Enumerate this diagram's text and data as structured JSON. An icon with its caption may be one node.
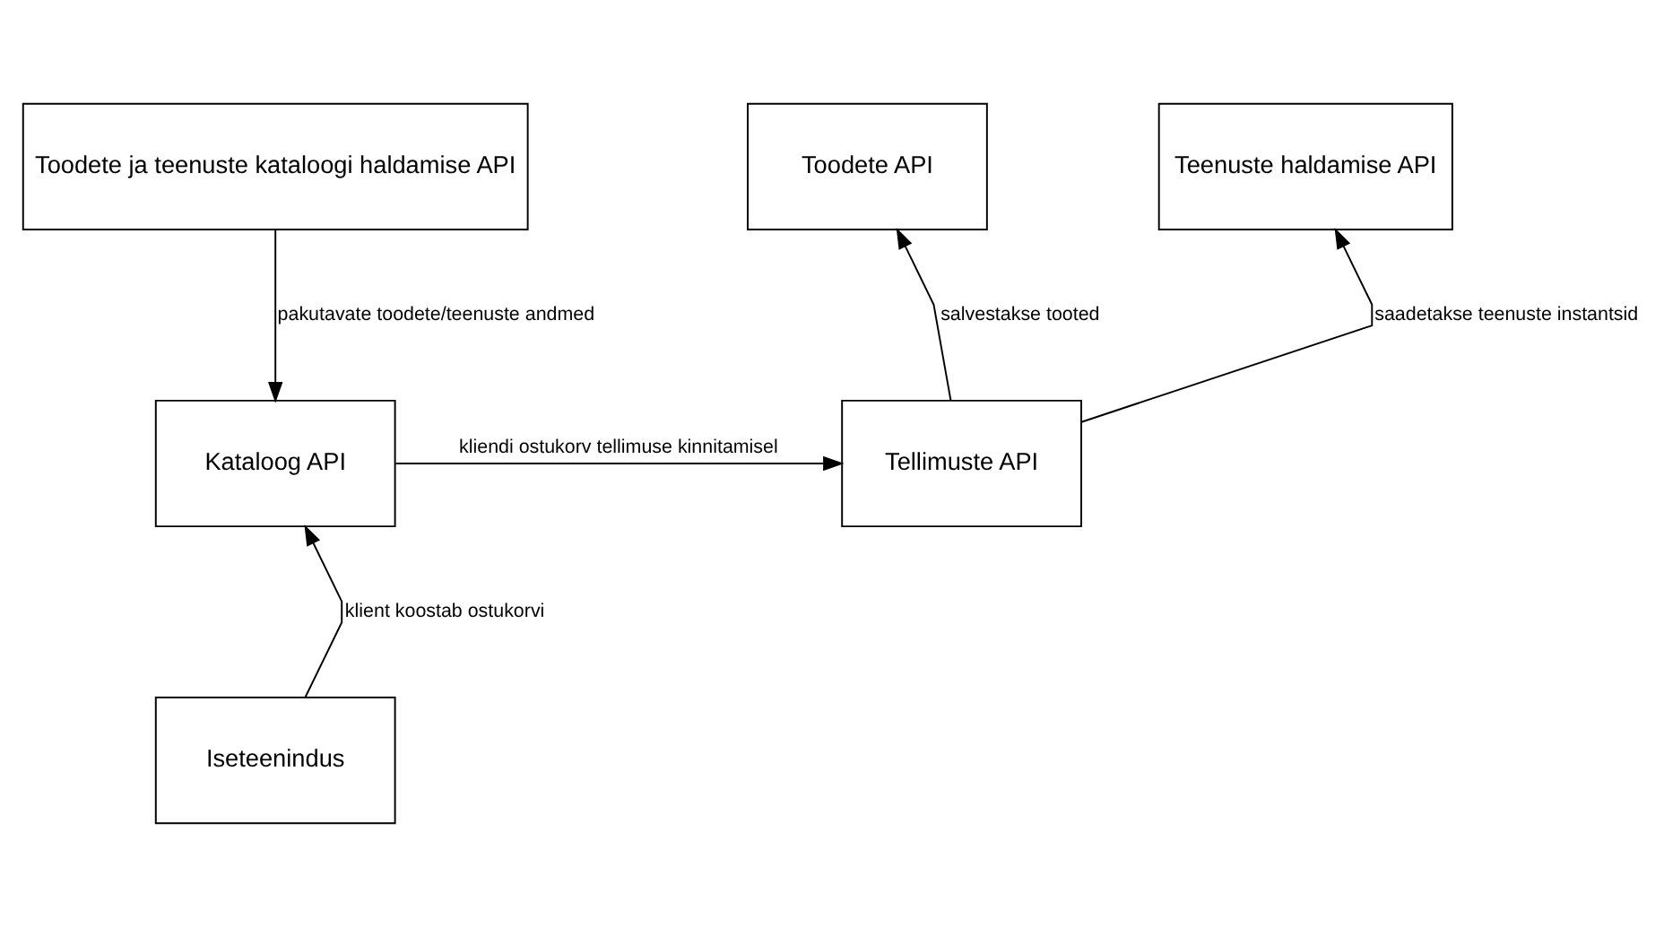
{
  "diagram": {
    "nodes": [
      {
        "text": [
          "Toodete ja teenuste kataloogi haldamise API"
        ]
      },
      {
        "text": [
          "Kataloog API"
        ]
      },
      {
        "text": [
          "Iseteenindus"
        ]
      },
      {
        "text": [
          "Toodete API"
        ]
      },
      {
        "text": [
          "Teenuste haldamise API"
        ]
      },
      {
        "text": [
          "Tellimuste API"
        ]
      }
    ],
    "edges": [
      {
        "from": 0,
        "to": 1,
        "arrow": "to",
        "label": "pakutavate toodete/teenuste andmed"
      },
      {
        "from": 2,
        "to": 1,
        "arrow": "to",
        "label": "klient koostab ostukorvi"
      },
      {
        "from": 1,
        "to": 5,
        "arrow": "to",
        "label": "kliendi ostukorv tellimuse kinnitamisel"
      },
      {
        "from": 5,
        "to": 3,
        "arrow": "to",
        "label": "salvestakse tooted"
      },
      {
        "from": 5,
        "to": 4,
        "arrow": "to",
        "label": "saadetakse teenuste instantsid"
      }
    ]
  }
}
